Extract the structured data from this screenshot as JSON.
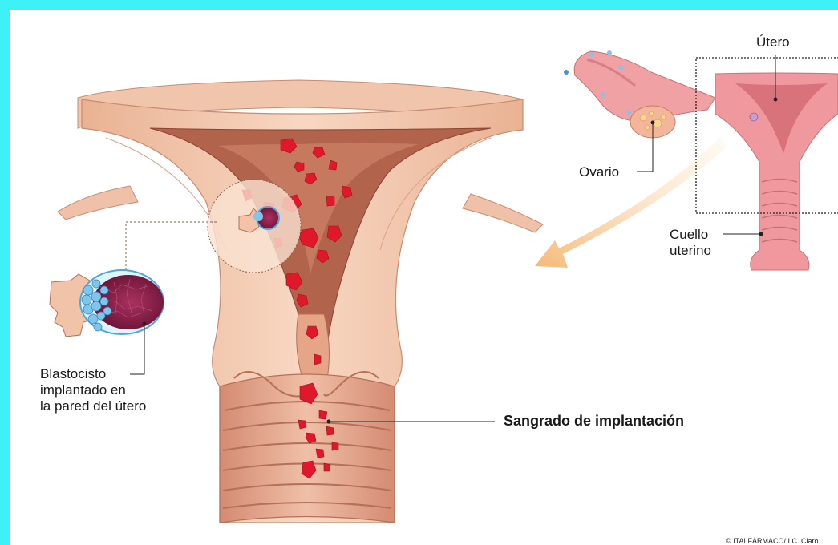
{
  "labels": {
    "utero": "Útero",
    "ovario": "Ovario",
    "cuello_line1": "Cuello",
    "cuello_line2": "uterino",
    "blastocisto_line1": "Blastocisto",
    "blastocisto_line2": "implantado en",
    "blastocisto_line3": "la pared del útero",
    "sangrado": "Sangrado de implantación"
  },
  "credit": "© ITALFÁRMACO/ I.C. Claro",
  "colors": {
    "border": "#3ef1f6",
    "tissue_light": "#f3c6ad",
    "tissue_mid": "#e8a58b",
    "cavity": "#a8553f",
    "blood": "#e0182c",
    "blastocyst_inner": "#8b1e4a",
    "blastocyst_cells": "#7fc6ec",
    "arrow": "#f6c98a",
    "small_uterus": "#ec8d93"
  },
  "icons": [
    "dotted-zoom-box",
    "direction-arrow",
    "leader-line-dot"
  ]
}
